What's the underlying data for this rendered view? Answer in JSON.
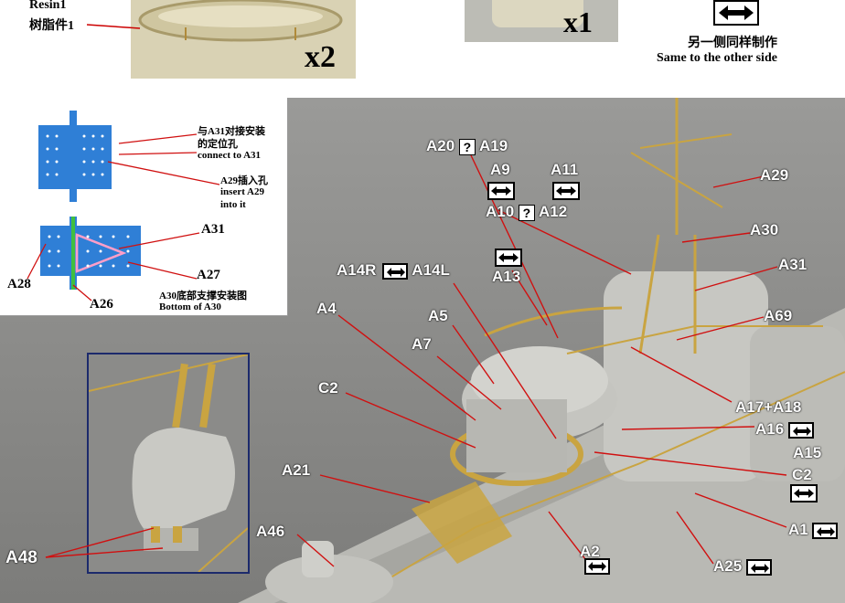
{
  "top": {
    "resin_label_en": "Resin1",
    "resin_label_cn": "树脂件1",
    "qty_left": "x2",
    "qty_mid": "x1",
    "other_side_cn": "另一侧同样制作",
    "other_side_en": "Same to the other side"
  },
  "inset": {
    "note_a31_cn_1": "与A31对接安装",
    "note_a31_cn_2": "的定位孔",
    "note_a31_en": "connect to A31",
    "note_a29_cn": "A29插入孔",
    "note_a29_en_1": "insert A29",
    "note_a29_en_2": "into it",
    "a31": "A31",
    "a28": "A28",
    "a27": "A27",
    "a26": "A26",
    "bottom_cn": "A30底部支撑安装图",
    "bottom_en": "Bottom of A30"
  },
  "labels": {
    "a20": "A20",
    "a19": "A19",
    "a9": "A9",
    "a11": "A11",
    "a10": "A10",
    "a12": "A12",
    "a29": "A29",
    "a30": "A30",
    "a31": "A31",
    "a14r": "A14R",
    "a14l": "A14L",
    "a13": "A13",
    "a4": "A4",
    "a5": "A5",
    "a69": "A69",
    "a7": "A7",
    "c2a": "C2",
    "a17a18": "A17+A18",
    "a16": "A16",
    "a15": "A15",
    "c2b": "C2",
    "a21": "A21",
    "a1": "A1",
    "a46": "A46",
    "a2": "A2",
    "a25": "A25",
    "a48": "A48",
    "question_mark": "?"
  },
  "icons": [
    "double-arrow-icon",
    "question-icon"
  ]
}
